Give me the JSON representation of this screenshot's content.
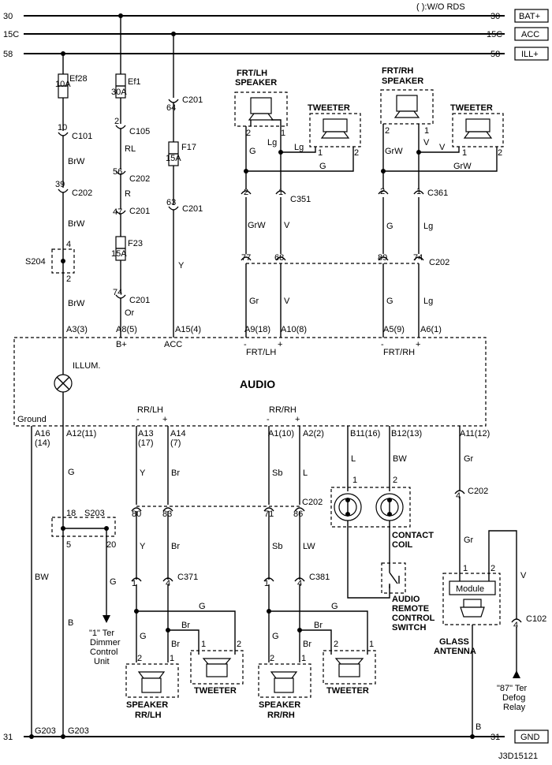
{
  "note": "( ):W/O RDS",
  "buses": [
    {
      "left": "30",
      "right": "30",
      "tag": "BAT+"
    },
    {
      "left": "15C",
      "right": "15C",
      "tag": "ACC"
    },
    {
      "left": "58",
      "right": "58",
      "tag": "ILL+"
    }
  ],
  "ground_bus": {
    "left": "31",
    "right": "31",
    "tag": "GND"
  },
  "fuses": {
    "ef28": "Ef28",
    "ef28_amp": "10A",
    "ef1": "Ef1",
    "ef1_amp": "30A",
    "f17": "F17",
    "f17_amp": "15A",
    "f23": "F23",
    "f23_amp": "15A"
  },
  "col1": {
    "c101_pin": "10",
    "c101": "C101",
    "w1": "BrW",
    "c202_pin": "39",
    "c202": "C202",
    "w2": "BrW",
    "s204": "S204",
    "s204_in": "4",
    "s204_out": "2",
    "w3": "BrW",
    "pin": "A3(3)"
  },
  "col2": {
    "c105_pin": "2",
    "c105": "C105",
    "w1": "RL",
    "c202_pin": "56",
    "c202": "C202",
    "w2": "R",
    "c201_pin": "47",
    "c201": "C201",
    "c201b_pin": "74",
    "c201b": "C201",
    "w3": "Or",
    "pin": "A8(5)",
    "label": "B+"
  },
  "col3": {
    "c201_pin": "64",
    "c201": "C201",
    "c201b_pin": "63",
    "c201b": "C201",
    "w1": "Y",
    "pin": "A15(4)",
    "label": "ACC"
  },
  "frt_lh": {
    "title1": "FRT/LH",
    "title2": "SPEAKER",
    "tweeter": "TWEETER",
    "p2": "2",
    "p1": "1",
    "tw1": "1",
    "tw2": "2",
    "w_g": "G",
    "w_lg": "Lg",
    "w_lg2": "Lg",
    "w_g2": "G",
    "c351": "C351",
    "c351_p2": "2",
    "c351_p1": "1",
    "w_grw": "GrW",
    "w_v": "V",
    "c202_p1": "77",
    "c202_p2": "68",
    "w_gr": "Gr",
    "w_v2": "V",
    "pin_a": "A9(18)",
    "pin_b": "A10(8)",
    "minus": "-",
    "plus": "+",
    "label": "FRT/LH"
  },
  "frt_rh": {
    "title1": "FRT/RH",
    "title2": "SPEAKER",
    "tweeter": "TWEETER",
    "p2": "2",
    "p1": "1",
    "tw1": "1",
    "tw2": "2",
    "w_grw": "GrW",
    "w_v": "V",
    "w_v2": "V",
    "w_grw2": "GrW",
    "c361": "C361",
    "c361_p2": "2",
    "c361_p1": "1",
    "w_g": "G",
    "w_lg": "Lg",
    "c202_p1": "89",
    "c202_p2": "74",
    "c202": "C202",
    "w_g2": "G",
    "w_lg2": "Lg",
    "pin_a": "A5(9)",
    "pin_b": "A6(1)",
    "minus": "-",
    "plus": "+",
    "label": "FRT/RH"
  },
  "audio": {
    "title": "AUDIO",
    "illum": "ILLUM.",
    "ground": "Ground"
  },
  "bottom_pins": {
    "a16": "A16",
    "a16b": "(14)",
    "a12": "A12(11)",
    "a13": "A13",
    "a13b": "(17)",
    "a14": "A14",
    "a14b": "(7)",
    "a1": "A1(10)",
    "a2": "A2(2)",
    "b11": "B11(16)",
    "b12": "B12(13)",
    "a11": "A11(12)",
    "rr_lh": "RR/LH",
    "rr_rh": "RR/RH",
    "minus": "-",
    "plus": "+"
  },
  "s203": {
    "name": "S203",
    "p18": "18",
    "p5": "5",
    "p20": "20",
    "w_g_out": "G",
    "dest1": "\"1\" Ter",
    "dest2": "Dimmer",
    "dest3": "Control",
    "dest4": "Unit"
  },
  "wires_low": {
    "g": "G",
    "bw": "BW",
    "b": "B",
    "y": "Y",
    "br": "Br",
    "sb": "Sb",
    "l": "L",
    "l2": "L",
    "bw2": "BW",
    "gr": "Gr",
    "lw": "LW",
    "y2": "Y",
    "br2": "Br",
    "sb2": "Sb",
    "gr2": "Gr",
    "v": "V",
    "b2": "B"
  },
  "c202_low": {
    "name": "C202",
    "p80": "80",
    "p83": "83",
    "p71": "71",
    "p86": "86",
    "p4": "4",
    "p4_name": "C202"
  },
  "rr_lh": {
    "c371": "C371",
    "p1": "1",
    "p4": "4",
    "w_g": "G",
    "w_g2": "G",
    "w_br": "Br",
    "w_br2": "Br",
    "sp2": "2",
    "sp1": "1",
    "tw1": "1",
    "tw2": "2",
    "speaker": "SPEAKER",
    "speaker2": "RR/LH",
    "tweeter": "TWEETER"
  },
  "rr_rh": {
    "c381": "C381",
    "p1": "1",
    "p4": "4",
    "w_g": "G",
    "w_g2": "G",
    "w_br": "Br",
    "w_br2": "Br",
    "sp2": "2",
    "sp1": "1",
    "tw2": "2",
    "tw1": "1",
    "speaker": "SPEAKER",
    "speaker2": "RR/RH",
    "tweeter": "TWEETER"
  },
  "contact_coil": {
    "p1": "1",
    "p2": "2",
    "name1": "CONTACT",
    "name2": "COIL"
  },
  "remote_switch": {
    "n1": "AUDIO",
    "n2": "REMOTE",
    "n3": "CONTROL",
    "n4": "SWITCH"
  },
  "antenna": {
    "module": "Module",
    "p1": "1",
    "p2": "2",
    "n1": "GLASS",
    "n2": "ANTENNA",
    "c102": "C102",
    "c102_pin": "4",
    "relay1": "\"87\" Ter",
    "relay2": "Defog",
    "relay3": "Relay"
  },
  "grounds": {
    "g203a": "G203",
    "g203b": "G203"
  },
  "figure_id": "J3D15121"
}
